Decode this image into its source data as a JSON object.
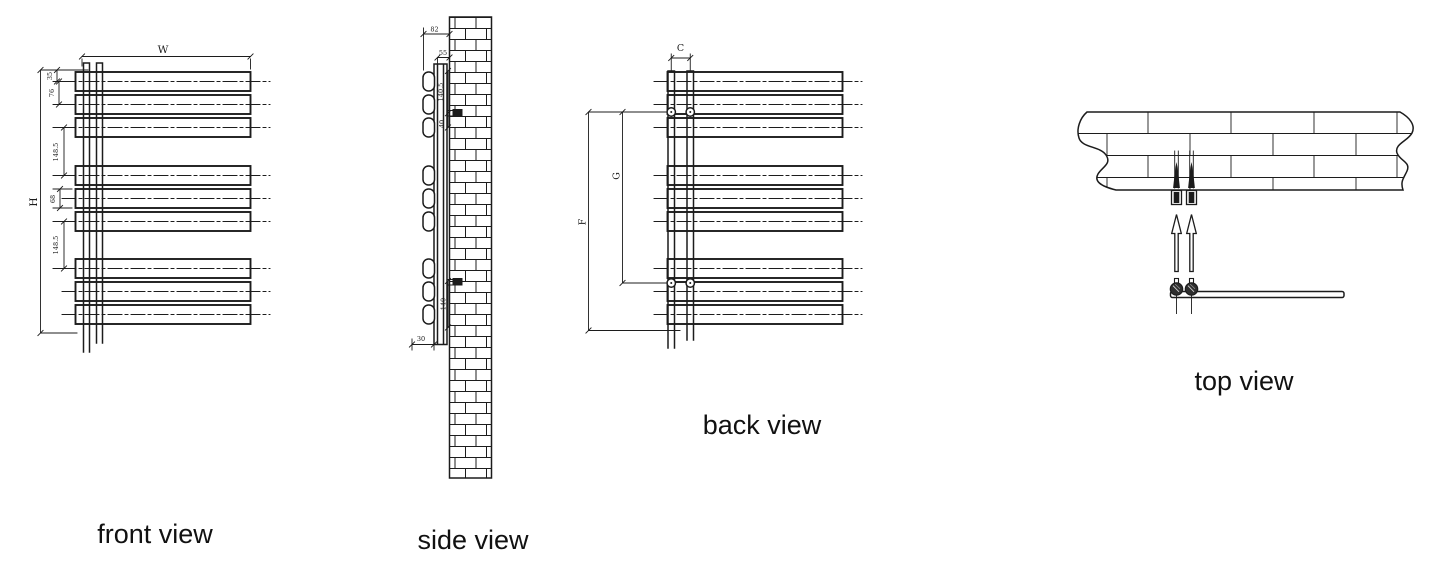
{
  "colors": {
    "ink": "#1c1c1c",
    "paper": "#ffffff"
  },
  "views": {
    "front": {
      "title": "front view",
      "dim_w": "W",
      "dim_h": "H",
      "dim_35": "35",
      "dim_76": "76",
      "dim_148a": "148.5",
      "dim_68": "68",
      "dim_148b": "148.5"
    },
    "side": {
      "title": "side view",
      "dim_82": "82",
      "dim_55": "55",
      "dim_140a": "140.5",
      "dim_40": "40",
      "dim_140b": "140",
      "dim_30": "30"
    },
    "back": {
      "title": "back view",
      "dim_c": "C",
      "dim_f": "F",
      "dim_g": "G"
    },
    "top": {
      "title": "top view"
    }
  }
}
